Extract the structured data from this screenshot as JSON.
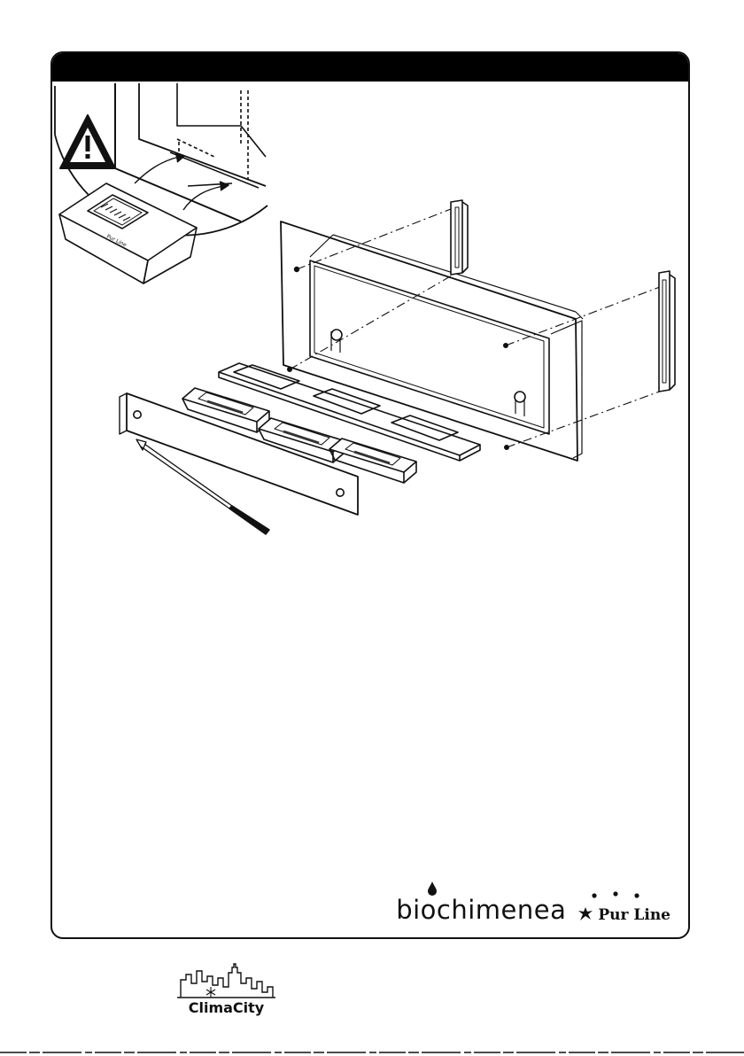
{
  "document": {
    "warning_icon": "warning-triangle-icon",
    "inset_burner_brand": "Pur Line"
  },
  "brands": {
    "bio_prefix": "bio",
    "bio_suffix": "chimenea",
    "pur_line": "Pur Line"
  },
  "footer": {
    "distributor": "ClimaCity"
  }
}
